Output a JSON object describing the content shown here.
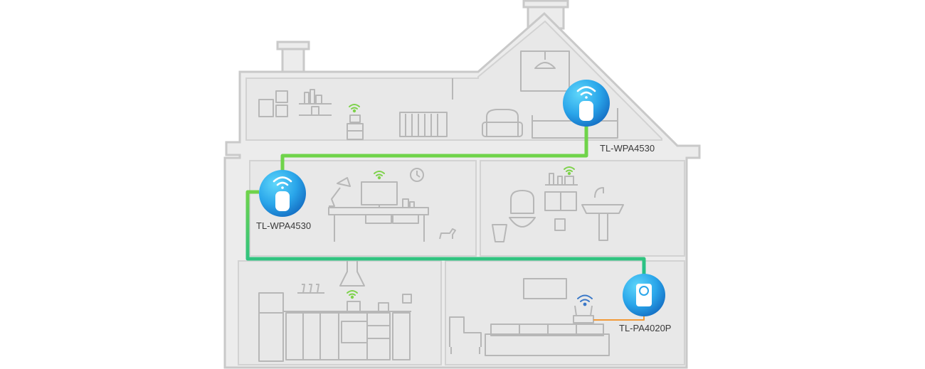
{
  "devices": [
    {
      "id": "wpa-top",
      "label": "TL-WPA4530"
    },
    {
      "id": "wpa-left",
      "label": "TL-WPA4530"
    },
    {
      "id": "pa-right",
      "label": "TL-PA4020P"
    }
  ],
  "colors": {
    "background": "#ffffff",
    "house_fill": "#ececec",
    "house_stroke": "#c9c9c9",
    "furniture_stroke": "#b5b5b5",
    "wifi_green": "#7dd24a",
    "wifi_blue": "#3a78c8",
    "cable_green": "#6fd34a",
    "cable_teal": "#22c08a",
    "cable_ethernet": "#f29a38",
    "device_blue_light": "#48c9f4",
    "device_blue_dark": "#1670c7"
  }
}
